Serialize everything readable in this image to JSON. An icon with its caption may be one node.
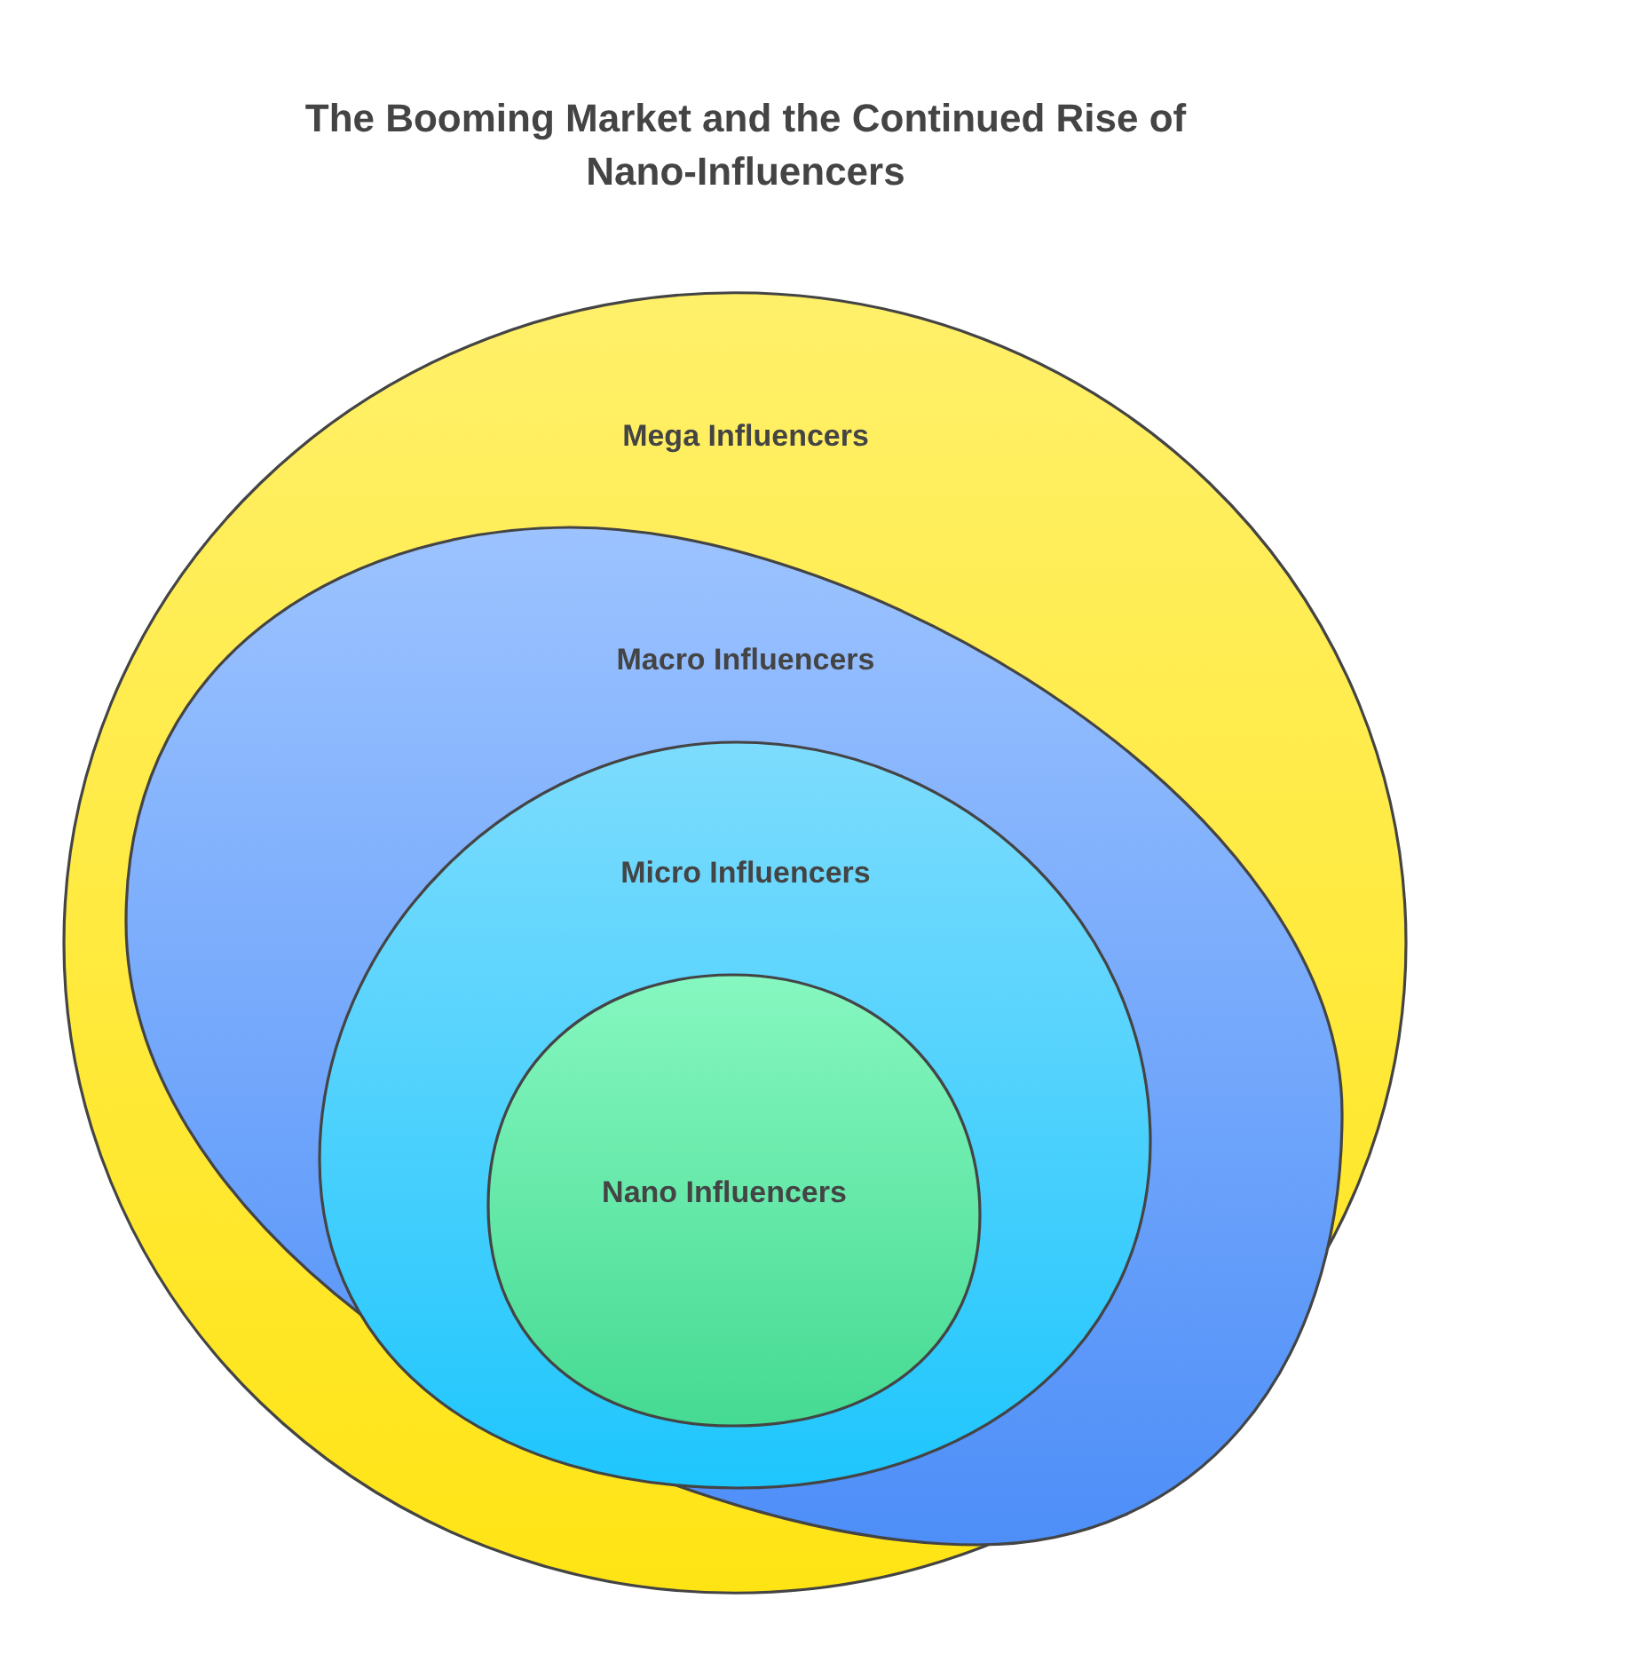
{
  "diagram": {
    "title": "The Booming Market and the Continued Rise of Nano-Influencers",
    "nodes": [
      {
        "text": [
          "Mega Influencers"
        ]
      },
      {
        "text": [
          "Macro Influencers"
        ],
        "in": 0
      },
      {
        "text": [
          "Micro Influencers"
        ],
        "in": 1
      },
      {
        "text": [
          "Nano Influencers"
        ],
        "in": 2
      }
    ],
    "edges": []
  }
}
